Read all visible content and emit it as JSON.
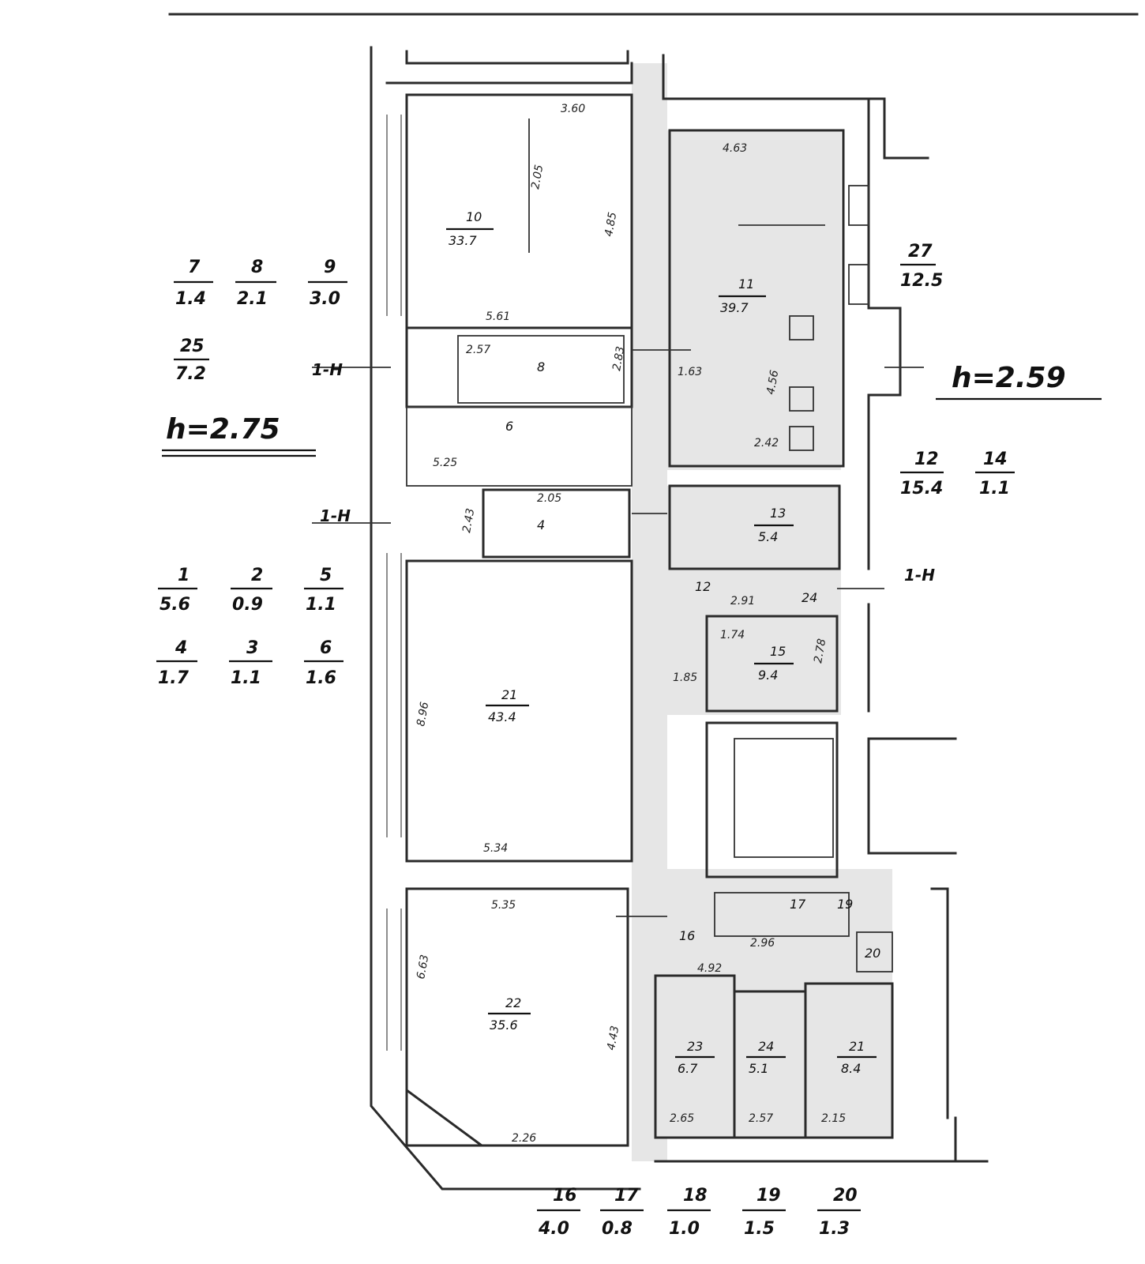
{
  "heights": {
    "left": "h=2.75",
    "right": "h=2.59"
  },
  "connection_tags": {
    "tag1": "1-H",
    "tag2": "1-H",
    "tag3": "1-H"
  },
  "rooms": {
    "r10": {
      "num": "10",
      "area": "33.7"
    },
    "r11": {
      "num": "11",
      "area": "39.7"
    },
    "r13": {
      "num": "13",
      "area": "5.4"
    },
    "r15": {
      "num": "15",
      "area": "9.4"
    },
    "r21": {
      "num": "21",
      "area": "43.4"
    },
    "r22": {
      "num": "22",
      "area": "35.6"
    },
    "r23": {
      "num": "23",
      "area": "6.7"
    },
    "r24": {
      "num": "24",
      "area": "5.1"
    },
    "r31": {
      "num": "21",
      "area": "8.4"
    }
  },
  "small_labels": {
    "s8": "8",
    "s6": "6",
    "s4": "4",
    "s24": "24",
    "s12": "12",
    "s16": "16",
    "s17": "17",
    "s19": "19",
    "s20": "20"
  },
  "legend": {
    "l7": {
      "num": "7",
      "area": "1.4"
    },
    "l8": {
      "num": "8",
      "area": "2.1"
    },
    "l9": {
      "num": "9",
      "area": "3.0"
    },
    "l25": {
      "num": "25",
      "area": "7.2"
    },
    "l1": {
      "num": "1",
      "area": "5.6"
    },
    "l2": {
      "num": "2",
      "area": "0.9"
    },
    "l5a": {
      "num": "5",
      "area": "1.1"
    },
    "l4": {
      "num": "4",
      "area": "1.7"
    },
    "l3": {
      "num": "3",
      "area": "1.1"
    },
    "l6": {
      "num": "6",
      "area": "1.6"
    },
    "l27": {
      "num": "27",
      "area": "12.5"
    },
    "l12": {
      "num": "12",
      "area": "15.4"
    },
    "l14": {
      "num": "14",
      "area": "1.1"
    },
    "l16": {
      "num": "16",
      "area": "4.0"
    },
    "l17": {
      "num": "17",
      "area": "0.8"
    },
    "l18": {
      "num": "18",
      "area": "1.0"
    },
    "l19": {
      "num": "19",
      "area": "1.5"
    },
    "l20": {
      "num": "20",
      "area": "1.3"
    }
  },
  "dimensions": {
    "d1": "3.60",
    "d2": "2.05",
    "d3": "4.85",
    "d4": "5.61",
    "d5": "2.57",
    "d6": "4.63",
    "d7": "1.63",
    "d8": "2.83",
    "d9": "5.25",
    "d10": "2.43",
    "d11": "2.05",
    "d12": "5.34",
    "d13": "5.35",
    "d14": "8.96",
    "d15": "4.43",
    "d16": "6.63",
    "d17": "2.26",
    "d18": "2.65",
    "d19": "2.57",
    "d20": "2.15",
    "d21": "4.92",
    "d22": "2.96",
    "d23": "2.91",
    "d24": "1.74",
    "d25": "1.85",
    "d26": "2.78",
    "d27": "4.56",
    "d28": "2.42"
  }
}
